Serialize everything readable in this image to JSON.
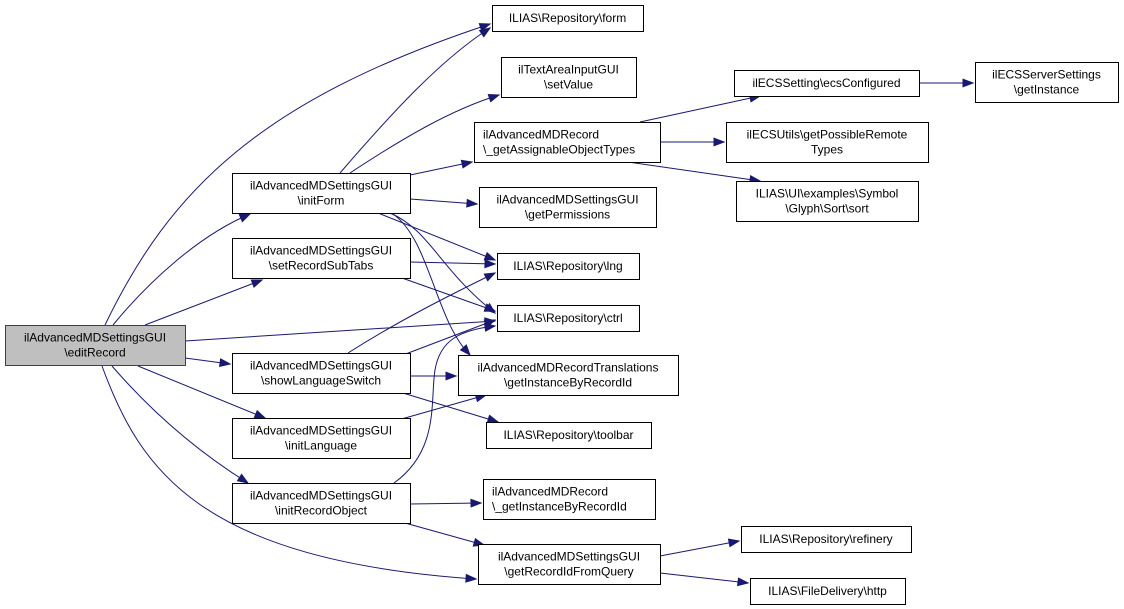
{
  "diagram": {
    "title": "Call graph: ilAdvancedMDSettingsGUI\\editRecord",
    "colors": {
      "edge": "#191970",
      "root_fill": "#bfbfbf",
      "node_fill": "#ffffff",
      "node_border": "#000000"
    },
    "nodes": [
      {
        "id": "editRecord",
        "lines": [
          "ilAdvancedMDSettingsGUI",
          "\\editRecord"
        ],
        "root": true
      },
      {
        "id": "initForm",
        "lines": [
          "ilAdvancedMDSettingsGUI",
          "\\initForm"
        ]
      },
      {
        "id": "setRecordSubTabs",
        "lines": [
          "ilAdvancedMDSettingsGUI",
          "\\setRecordSubTabs"
        ]
      },
      {
        "id": "showLanguageSwitch",
        "lines": [
          "ilAdvancedMDSettingsGUI",
          "\\showLanguageSwitch"
        ]
      },
      {
        "id": "initLanguage",
        "lines": [
          "ilAdvancedMDSettingsGUI",
          "\\initLanguage"
        ]
      },
      {
        "id": "initRecordObject",
        "lines": [
          "ilAdvancedMDSettingsGUI",
          "\\initRecordObject"
        ]
      },
      {
        "id": "form",
        "lines": [
          "ILIAS\\Repository\\form"
        ]
      },
      {
        "id": "setValue",
        "lines": [
          "ilTextAreaInputGUI",
          "\\setValue"
        ]
      },
      {
        "id": "getAssignableObjectTypes",
        "lines": [
          "ilAdvancedMDRecord",
          "\\_getAssignableObjectTypes"
        ],
        "align": "left"
      },
      {
        "id": "getPermissions",
        "lines": [
          "ilAdvancedMDSettingsGUI",
          "\\getPermissions"
        ]
      },
      {
        "id": "lng",
        "lines": [
          "ILIAS\\Repository\\lng"
        ]
      },
      {
        "id": "ctrl",
        "lines": [
          "ILIAS\\Repository\\ctrl"
        ]
      },
      {
        "id": "translations",
        "lines": [
          "ilAdvancedMDRecordTranslations",
          "\\getInstanceByRecordId"
        ]
      },
      {
        "id": "toolbar",
        "lines": [
          "ILIAS\\Repository\\toolbar"
        ]
      },
      {
        "id": "getInstanceByRecordId",
        "lines": [
          "ilAdvancedMDRecord",
          "\\_getInstanceByRecordId"
        ],
        "align": "left"
      },
      {
        "id": "getRecordIdFromQuery",
        "lines": [
          "ilAdvancedMDSettingsGUI",
          "\\getRecordIdFromQuery"
        ]
      },
      {
        "id": "ecsConfigured",
        "lines": [
          "ilECSSetting\\ecsConfigured"
        ]
      },
      {
        "id": "getPossibleRemoteTypes",
        "lines": [
          "ilECSUtils\\getPossibleRemote",
          "Types"
        ]
      },
      {
        "id": "sort",
        "lines": [
          "ILIAS\\UI\\examples\\Symbol",
          "\\Glyph\\Sort\\sort"
        ]
      },
      {
        "id": "refinery",
        "lines": [
          "ILIAS\\Repository\\refinery"
        ]
      },
      {
        "id": "http",
        "lines": [
          "ILIAS\\FileDelivery\\http"
        ]
      },
      {
        "id": "getInstance",
        "lines": [
          "ilECSServerSettings",
          "\\getInstance"
        ]
      }
    ],
    "edges": [
      {
        "from": "editRecord",
        "to": "form"
      },
      {
        "from": "editRecord",
        "to": "initForm"
      },
      {
        "from": "editRecord",
        "to": "setRecordSubTabs"
      },
      {
        "from": "editRecord",
        "to": "ctrl"
      },
      {
        "from": "editRecord",
        "to": "showLanguageSwitch"
      },
      {
        "from": "editRecord",
        "to": "initLanguage"
      },
      {
        "from": "editRecord",
        "to": "initRecordObject"
      },
      {
        "from": "editRecord",
        "to": "getRecordIdFromQuery"
      },
      {
        "from": "initForm",
        "to": "form"
      },
      {
        "from": "initForm",
        "to": "setValue"
      },
      {
        "from": "initForm",
        "to": "getAssignableObjectTypes"
      },
      {
        "from": "initForm",
        "to": "getPermissions"
      },
      {
        "from": "initForm",
        "to": "lng"
      },
      {
        "from": "initForm",
        "to": "ctrl"
      },
      {
        "from": "initForm",
        "to": "translations"
      },
      {
        "from": "setRecordSubTabs",
        "to": "lng"
      },
      {
        "from": "setRecordSubTabs",
        "to": "ctrl"
      },
      {
        "from": "showLanguageSwitch",
        "to": "lng"
      },
      {
        "from": "showLanguageSwitch",
        "to": "ctrl"
      },
      {
        "from": "showLanguageSwitch",
        "to": "translations"
      },
      {
        "from": "showLanguageSwitch",
        "to": "toolbar"
      },
      {
        "from": "initLanguage",
        "to": "translations"
      },
      {
        "from": "initRecordObject",
        "to": "ctrl"
      },
      {
        "from": "initRecordObject",
        "to": "getInstanceByRecordId"
      },
      {
        "from": "initRecordObject",
        "to": "getRecordIdFromQuery"
      },
      {
        "from": "getAssignableObjectTypes",
        "to": "ecsConfigured"
      },
      {
        "from": "getAssignableObjectTypes",
        "to": "getPossibleRemoteTypes"
      },
      {
        "from": "getAssignableObjectTypes",
        "to": "sort"
      },
      {
        "from": "ecsConfigured",
        "to": "getInstance"
      },
      {
        "from": "getRecordIdFromQuery",
        "to": "refinery"
      },
      {
        "from": "getRecordIdFromQuery",
        "to": "http"
      }
    ]
  }
}
